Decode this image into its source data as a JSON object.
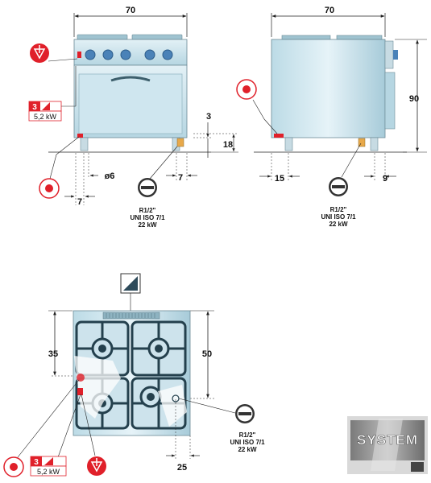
{
  "front_view": {
    "width_label": "70",
    "foot_height_a": "3",
    "foot_height_b": "18",
    "offset_left": "7",
    "diameter": "ø6",
    "offset_right": "7",
    "power_qty": "3",
    "power_kw": "5,2 kW",
    "gas": {
      "line1": "R1/2\"",
      "line2": "UNI ISO 7/1",
      "line3": "22 kW"
    }
  },
  "side_view": {
    "width_label": "70",
    "height_label": "90",
    "offset_left": "15",
    "offset_right": "9",
    "gas": {
      "line1": "R1/2\"",
      "line2": "UNI ISO 7/1",
      "line3": "22 kW"
    }
  },
  "top_view": {
    "depth_a": "35",
    "depth_b": "50",
    "offset_bottom": "25",
    "power_qty": "3",
    "power_kw": "5,2 kW",
    "gas": {
      "line1": "R1/2\"",
      "line2": "UNI ISO 7/1",
      "line3": "22 kW"
    }
  },
  "logo": {
    "text": "SYSTEM"
  },
  "colors": {
    "steel_light": "#d8ecf3",
    "steel_mid": "#a9cfdd",
    "steel_dark": "#6c8a96",
    "symbol_red": "#e0202a",
    "knob_blue": "#4a82b8",
    "dim_line": "#222222"
  }
}
